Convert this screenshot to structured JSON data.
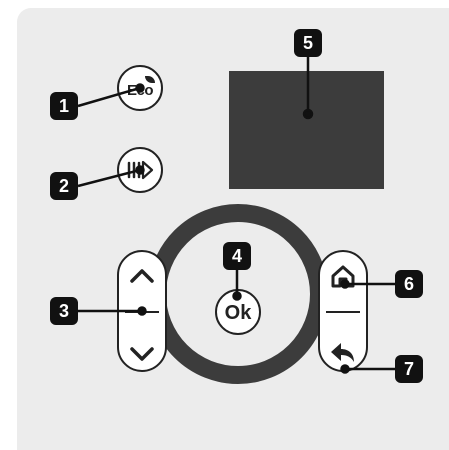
{
  "buttons": {
    "eco_label": "Eco",
    "ok_label": "Ok",
    "play_icon": "skip-play-icon",
    "up_icon": "chevron-up-icon",
    "down_icon": "chevron-down-icon",
    "home_icon": "home-icon",
    "back_icon": "back-arrow-icon"
  },
  "callouts": [
    "1",
    "2",
    "3",
    "4",
    "5",
    "6",
    "7"
  ],
  "colors": {
    "panel": "#ececec",
    "display": "#3c3c3c",
    "ring": "#3c3c3c",
    "badge": "#111111",
    "button": "#ffffff"
  }
}
